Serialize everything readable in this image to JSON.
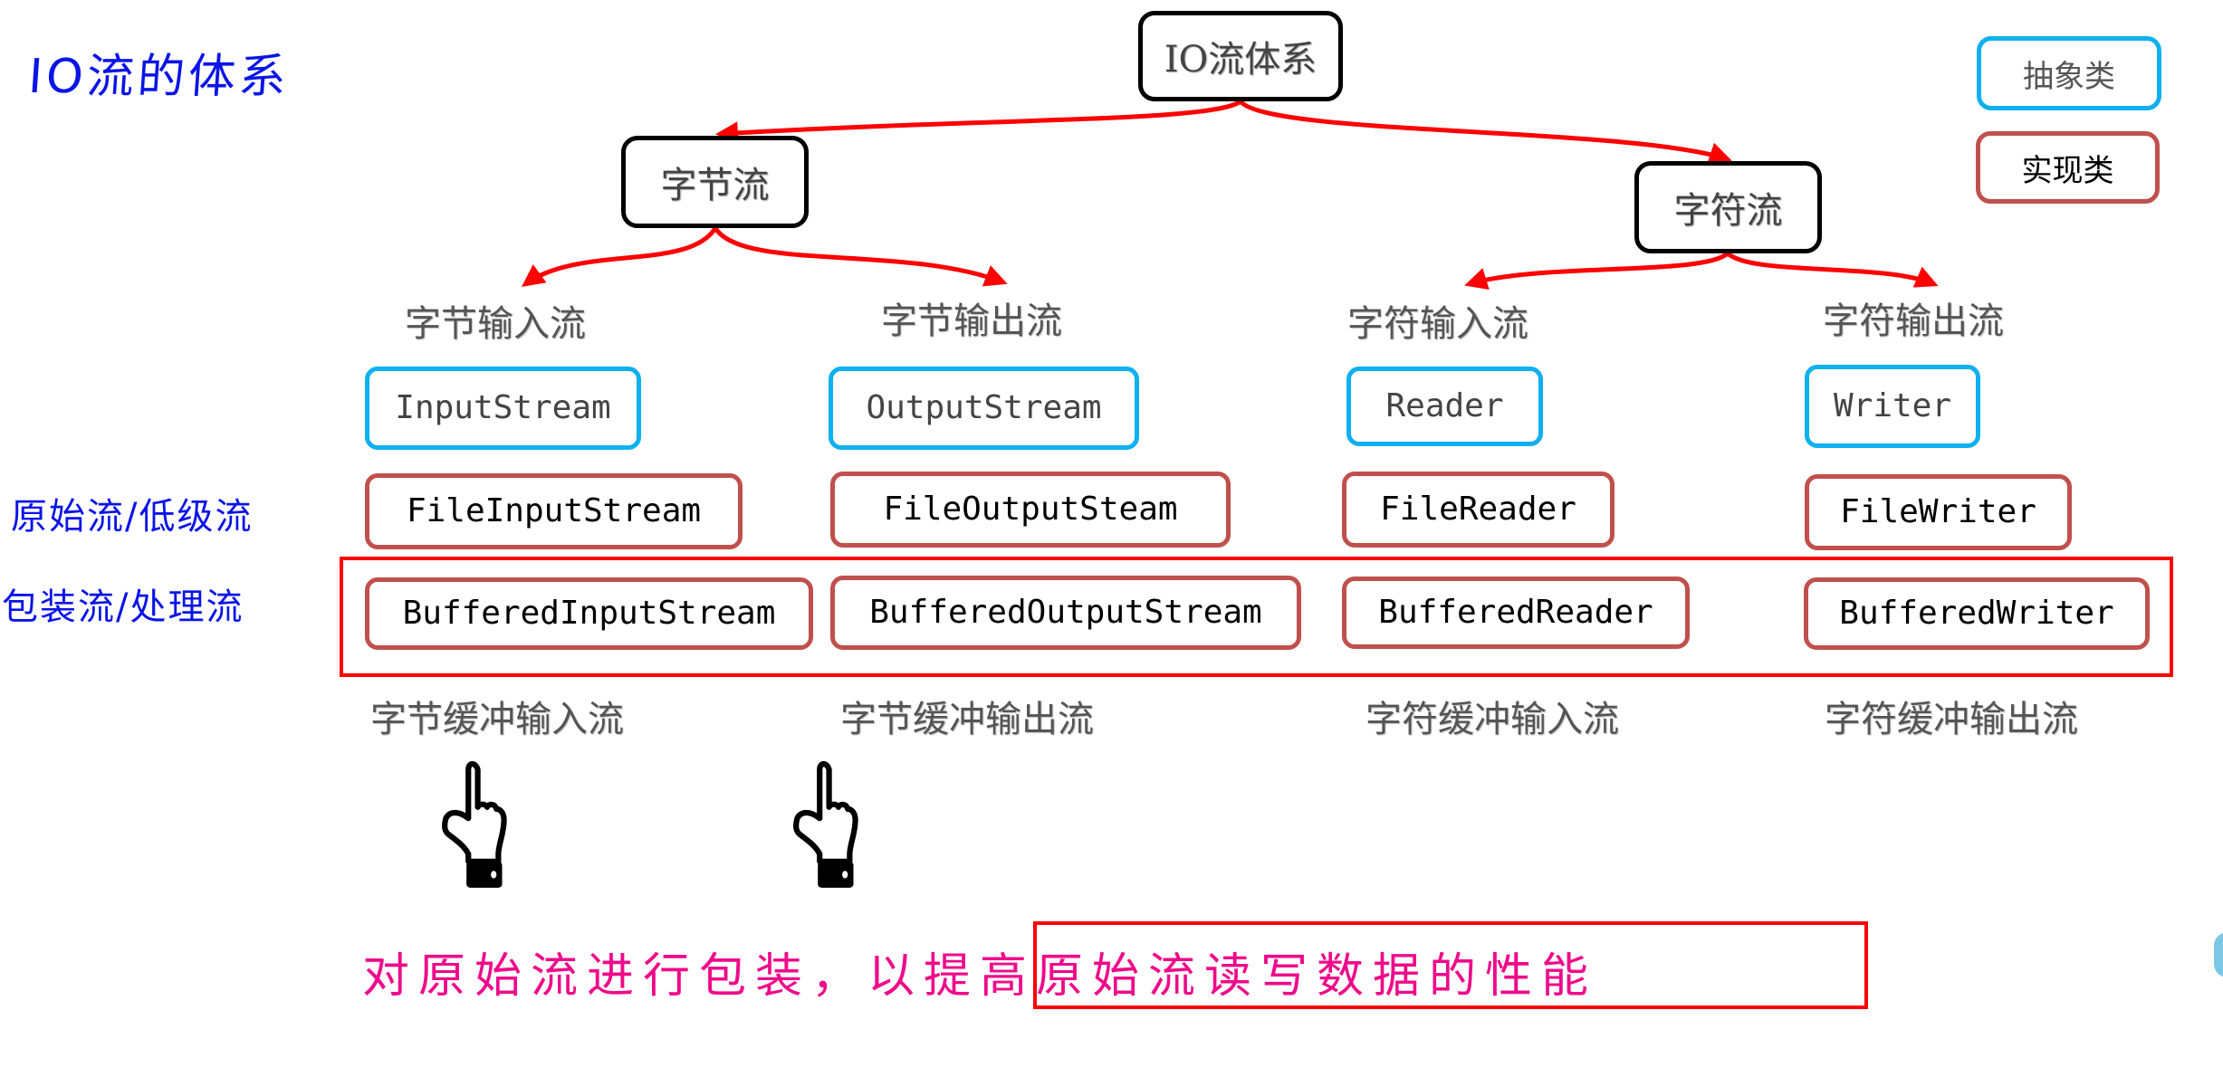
{
  "title": "IO流的体系",
  "root": "IO流体系",
  "branches": {
    "byte": "字节流",
    "char": "字符流"
  },
  "legend": {
    "abstract": "抽象类",
    "impl": "实现类"
  },
  "row_labels": {
    "raw": "原始流/低级流",
    "wrapper": "包装流/处理流"
  },
  "columns": [
    {
      "label": "字节输入流",
      "abstract_class": "InputStream",
      "raw_class": "FileInputStream",
      "buffered_class": "BufferedInputStream",
      "buffered_label": "字节缓冲输入流"
    },
    {
      "label": "字节输出流",
      "abstract_class": "OutputStream",
      "raw_class": "FileOutputSteam",
      "buffered_class": "BufferedOutputStream",
      "buffered_label": "字节缓冲输出流"
    },
    {
      "label": "字符输入流",
      "abstract_class": "Reader",
      "raw_class": "FileReader",
      "buffered_class": "BufferedReader",
      "buffered_label": "字符缓冲输入流"
    },
    {
      "label": "字符输出流",
      "abstract_class": "Writer",
      "raw_class": "FileWriter",
      "buffered_class": "BufferedWriter",
      "buffered_label": "字符缓冲输出流"
    }
  ],
  "icons": {
    "pointer": "pointing-hand-icon"
  },
  "note": "对原始流进行包装，以提高原始流读写数据的性能",
  "colors": {
    "title_blue": "#0a14e6",
    "abstract_border": "#0eb0ee",
    "impl_border": "#c0504d",
    "arrow_red": "#ff0000",
    "note_magenta": "#ee0a8a"
  }
}
